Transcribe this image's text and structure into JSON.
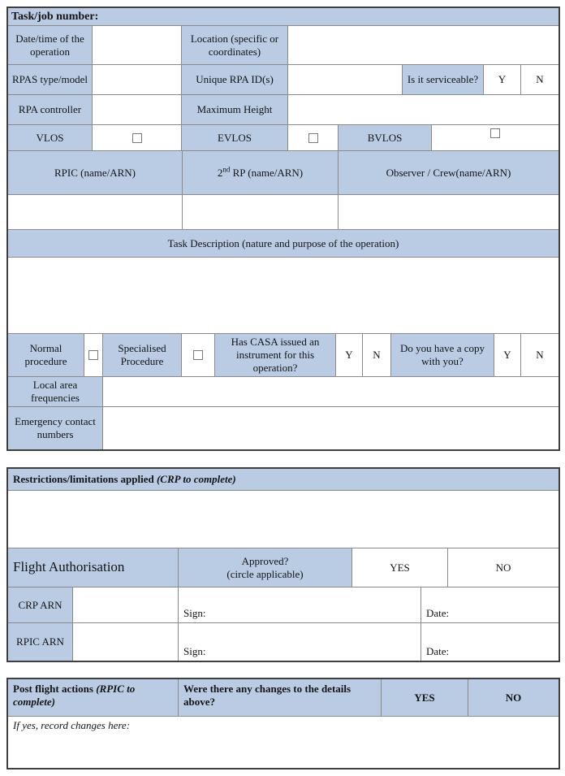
{
  "colors": {
    "cell_blue": "#b9cce4",
    "outer_border": "#3f3f3f",
    "inner_border": "#8a8a8a"
  },
  "section1": {
    "title": "Task/job number:",
    "date_time_label": "Date/time of the operation",
    "location_label": "Location (specific or coordinates)",
    "rpas_label": "RPAS type/model",
    "rpa_id_label": "Unique RPA ID(s)",
    "serviceable_label": "Is it serviceable?",
    "y_short": "Y",
    "n_short": "N",
    "rpa_controller_label": "RPA controller",
    "max_height_label": "Maximum Height",
    "vlos_label": "VLOS",
    "evlos_label": "EVLOS",
    "bvlos_label": "BVLOS",
    "rpic_label": "RPIC (name/ARN)",
    "second_rp": {
      "base": "2",
      "sup": "nd",
      "rest": " RP (name/ARN)"
    },
    "observer_label": "Observer / Crew(name/ARN)",
    "task_description_label": "Task Description (nature and purpose of the operation)",
    "normal_procedure_label": "Normal procedure",
    "specialised_procedure_label": "Specialised Procedure",
    "casa_instrument_label": "Has CASA issued an instrument for this operation?",
    "copy_label": "Do you have a copy with you?",
    "local_freq_label": "Local area frequencies",
    "emergency_label": "Emergency contact numbers"
  },
  "section2": {
    "title_bold": "Restrictions/limitations applied ",
    "title_italic": "(CRP to complete)",
    "flight_auth_label": "Flight Authorisation",
    "approved_line1": "Approved?",
    "approved_line2": "(circle applicable)",
    "yes": "YES",
    "no": "NO",
    "crp_arn_label": "CRP ARN",
    "rpic_arn_label": "RPIC ARN",
    "sign_label": "Sign:",
    "date_label": "Date:"
  },
  "section3": {
    "title_bold": "Post flight actions ",
    "title_italic": "(RPIC to complete)",
    "changes_question": "Were there any changes to the details above?",
    "yes": "YES",
    "no": "NO",
    "if_yes_label": "If yes, record changes here:"
  }
}
